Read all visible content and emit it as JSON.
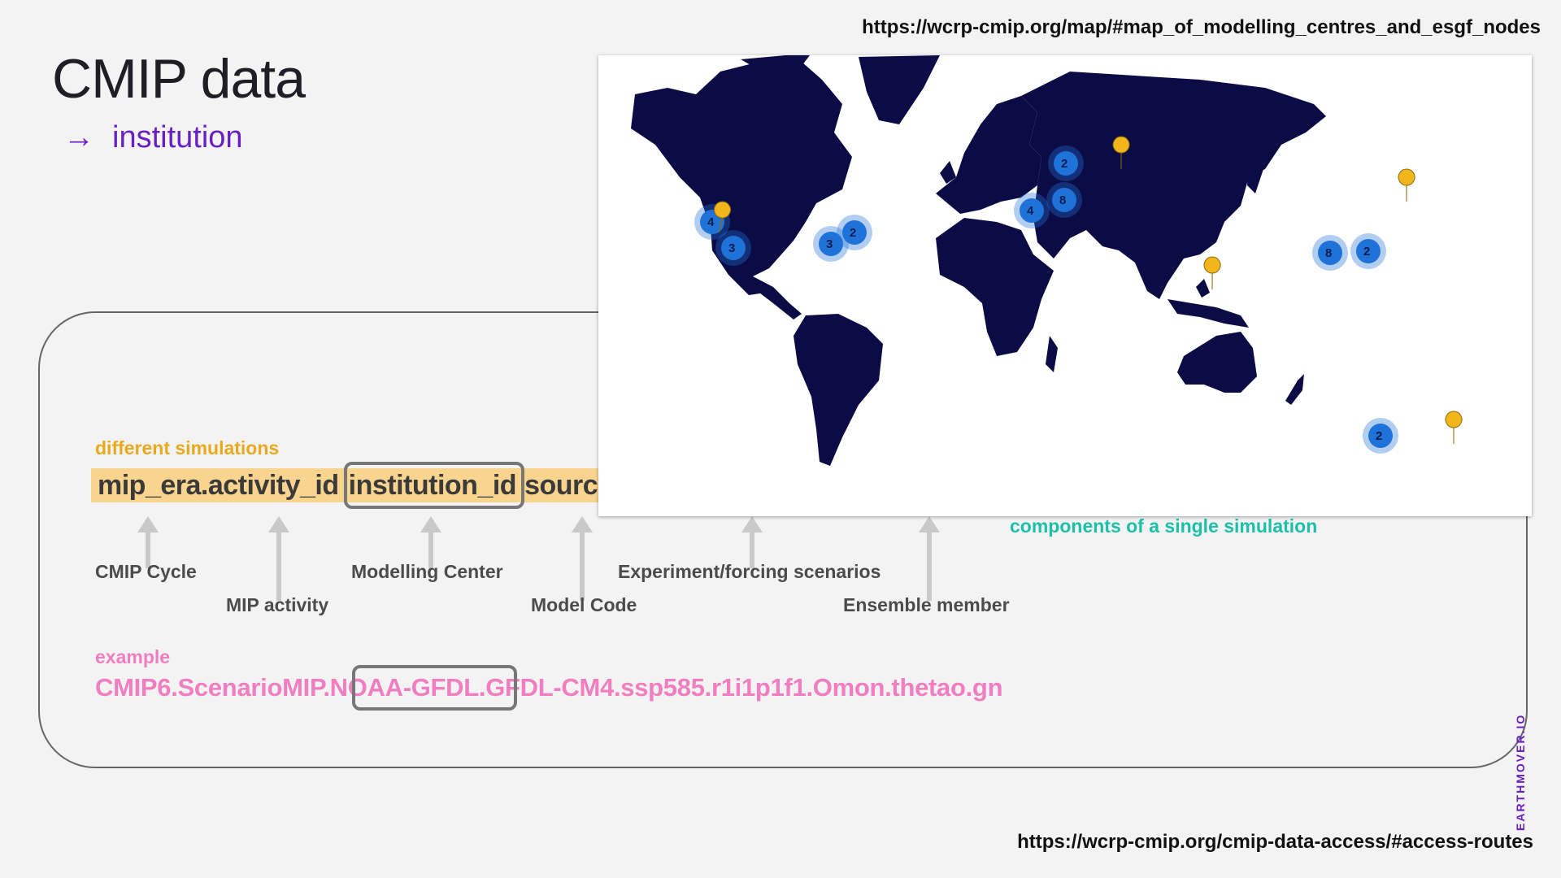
{
  "header": {
    "title": "CMIP data",
    "subtitle_arrow": "→",
    "subtitle": "institution",
    "top_url": "https://wcrp-cmip.org/map/#map_of_modelling_centres_and_esgf_nodes"
  },
  "diagram": {
    "label_different_simulations": "different simulations",
    "code_segments": [
      "mip_era.activity_id",
      "institution_id",
      "sourc"
    ],
    "label_components": "components of a single simulation",
    "captions": [
      "CMIP Cycle",
      "MIP activity",
      "Modelling Center",
      "Model Code",
      "Experiment/forcing scenarios",
      "Ensemble member"
    ],
    "label_example": "example",
    "example_parts": [
      "CMIP6.ScenarioMIP.",
      "NOAA-GFDL",
      ".GFDL-CM4.ssp585.r1i1p1f1.Omon.thetao.gn"
    ]
  },
  "map": {
    "land_color": "#0b0b45",
    "cluster_color": "#1f73d8",
    "marker_color": "#f2b51b",
    "clusters": [
      "4",
      "3",
      "3",
      "2",
      "2",
      "4",
      "8",
      "8",
      "2",
      "2"
    ]
  },
  "footer": {
    "bottom_url": "https://wcrp-cmip.org/cmip-data-access/#access-routes",
    "brand": "EARTHMOVER.IO"
  }
}
